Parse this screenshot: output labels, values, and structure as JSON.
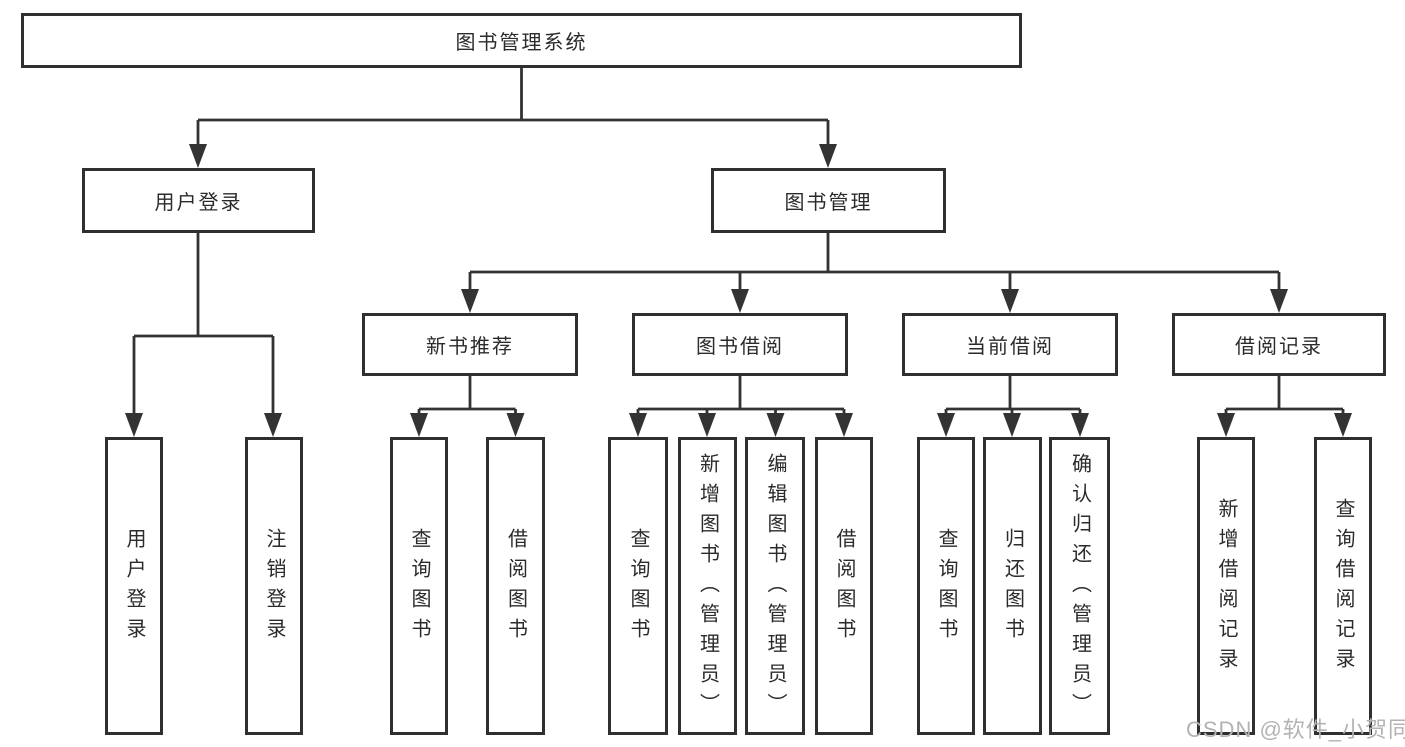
{
  "diagram": {
    "root": "图书管理系统",
    "login": {
      "label": "用户登录",
      "children": [
        "用户登录",
        "注销登录"
      ]
    },
    "management": {
      "label": "图书管理",
      "groups": [
        {
          "label": "新书推荐",
          "children": [
            "查询图书",
            "借阅图书"
          ]
        },
        {
          "label": "图书借阅",
          "children": [
            "查询图书",
            "新增图书（管理员）",
            "编辑图书（管理员）",
            "借阅图书"
          ]
        },
        {
          "label": "当前借阅",
          "children": [
            "查询图书",
            "归还图书",
            "确认归还（管理员）"
          ]
        },
        {
          "label": "借阅记录",
          "children": [
            "新增借阅记录",
            "查询借阅记录"
          ]
        }
      ]
    }
  },
  "watermark": "CSDN @软件_小贺同学",
  "colors": {
    "line": "#333333",
    "text": "#2b2b2b",
    "watermark": "#b3b3b3",
    "background": "#ffffff"
  }
}
